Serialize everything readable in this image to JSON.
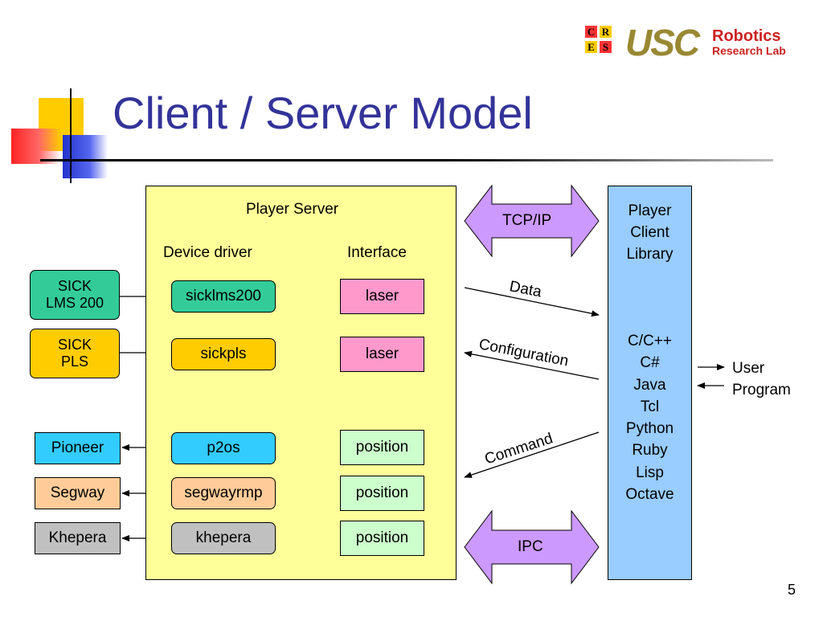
{
  "slide": {
    "title": "Client / Server Model",
    "page_number": "5"
  },
  "logo": {
    "cres_letters": [
      "C",
      "R",
      "E",
      "S"
    ],
    "usc_text": "USC",
    "line1": "Robotics",
    "line2": "Research Lab"
  },
  "server": {
    "title": "Player Server",
    "col_driver": "Device driver",
    "col_interface": "Interface",
    "drivers": [
      "sicklms200",
      "sickpls",
      "p2os",
      "segwayrmp",
      "khepera"
    ],
    "interfaces": [
      "laser",
      "laser",
      "position",
      "position",
      "position"
    ]
  },
  "devices": [
    {
      "label": "SICK\nLMS 200",
      "color": "#33cc99"
    },
    {
      "label": "SICK\nPLS",
      "color": "#ffcc00"
    },
    {
      "label": "Pioneer",
      "color": "#33ccff"
    },
    {
      "label": "Segway",
      "color": "#ffcc99"
    },
    {
      "label": "Khepera",
      "color": "#c0c0c0"
    }
  ],
  "transport": {
    "tcp": "TCP/IP",
    "ipc": "IPC",
    "data": "Data",
    "configuration": "Configuration",
    "command": "Command"
  },
  "client": {
    "title": "Player\nClient\nLibrary",
    "languages": [
      "C/C++",
      "C#",
      "Java",
      "Tcl",
      "Python",
      "Ruby",
      "Lisp",
      "Octave"
    ]
  },
  "user_program": "User\nProgram",
  "colors": {
    "title": "#333399",
    "server_bg": "#ffff99",
    "client_bg": "#99ccff",
    "interface_bg": "#ff99cc",
    "position_bg": "#ccffcc",
    "arrow_bg": "#cc99ff"
  }
}
